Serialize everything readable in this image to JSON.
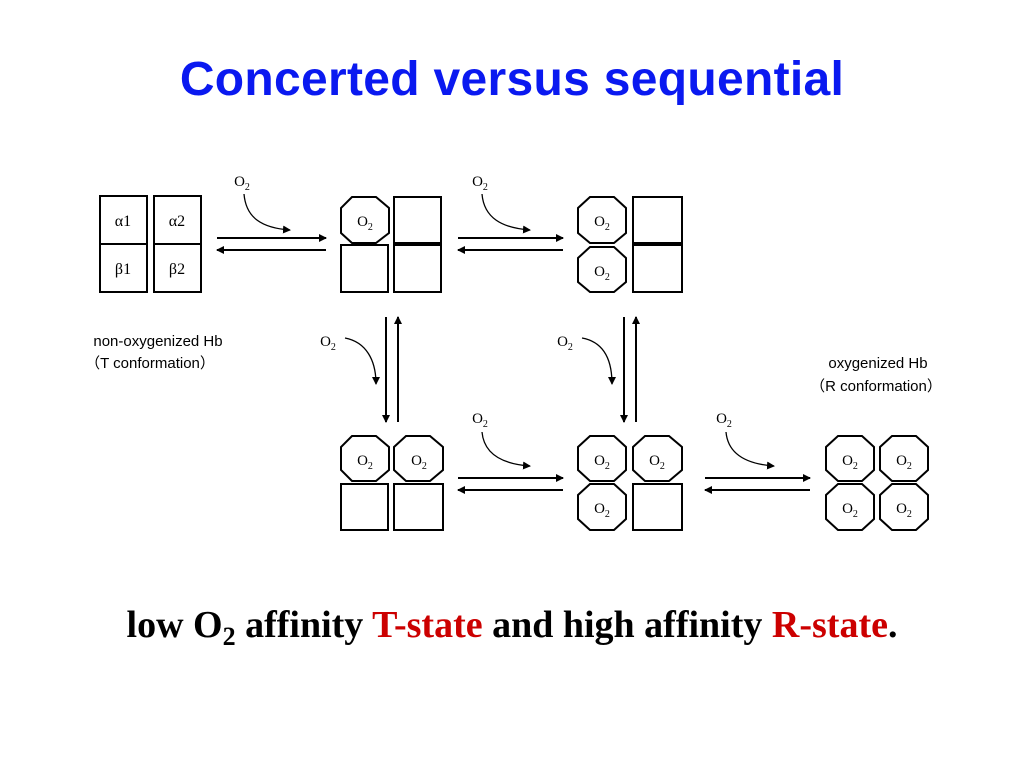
{
  "title": "Concerted versus sequential",
  "diagram": {
    "subunits": {
      "a1": "α1",
      "a2": "α2",
      "b1": "β1",
      "b2": "β2"
    },
    "o2": "O",
    "o2_sub": "2",
    "label_t": {
      "line1": "non-oxygenized Hb",
      "line2": "（T conformation）"
    },
    "label_r": {
      "line1": "oxygenized Hb",
      "line2": "（R conformation）"
    }
  },
  "caption": {
    "part1": "low O",
    "sub": "2",
    "part2": " affinity ",
    "t_state": "T-state",
    "part3": " and high affinity ",
    "r_state": "R-state",
    "period": "."
  },
  "colors": {
    "title": "#0a19f0",
    "highlight": "#cc0000"
  }
}
